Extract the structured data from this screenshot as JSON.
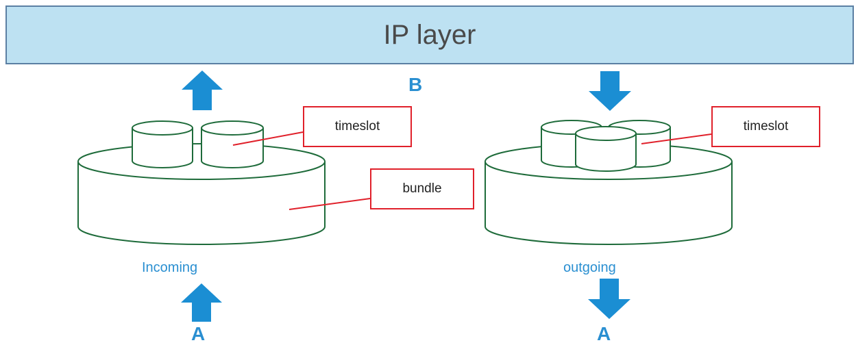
{
  "ip_layer": {
    "label": "IP layer"
  },
  "label_b": "B",
  "left": {
    "flow_label": "Incoming",
    "bottom_letter": "A",
    "timeslot_label": "timeslot",
    "bundle_label": "bundle"
  },
  "right": {
    "flow_label": "outgoing",
    "bottom_letter": "A",
    "timeslot_label": "timeslot"
  },
  "colors": {
    "arrow": "#1b8ed3",
    "cylinder_stroke": "#1e6b3a",
    "callout_border": "#e0202a",
    "ip_bar_fill": "#bde1f2",
    "label_text": "#2a8fd1"
  }
}
